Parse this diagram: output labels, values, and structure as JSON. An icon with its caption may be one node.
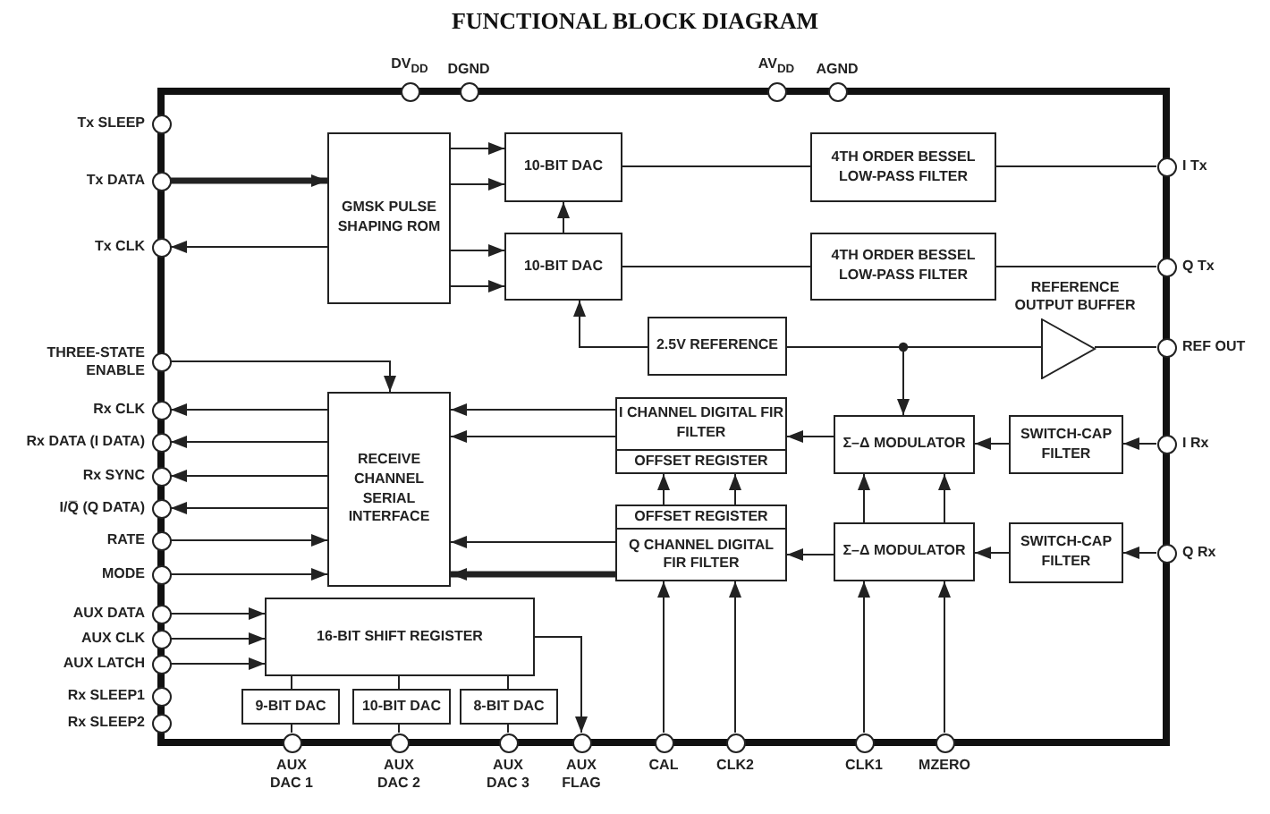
{
  "diagram": {
    "title": "FUNCTIONAL BLOCK DIAGRAM",
    "nodes": [
      {
        "text": [],
        "shape": "box"
      },
      {
        "text": [],
        "shape": "circle",
        "beside": [
          "DV$_{DD}$"
        ]
      },
      {
        "text": [],
        "shape": "circle",
        "beside": [
          "DGND"
        ]
      },
      {
        "text": [],
        "shape": "circle",
        "beside": [
          "AV$_{DD}$"
        ]
      },
      {
        "text": [],
        "shape": "circle",
        "beside": [
          "AGND"
        ]
      },
      {
        "text": [],
        "shape": "circle",
        "beside": [
          "Tx SLEEP"
        ]
      },
      {
        "text": [],
        "shape": "circle",
        "beside": [
          "Tx DATA"
        ]
      },
      {
        "text": [],
        "shape": "circle",
        "beside": [
          "Tx CLK"
        ]
      },
      {
        "text": [],
        "shape": "circle",
        "beside": [
          "THREE-STATE ENABLE"
        ]
      },
      {
        "text": [],
        "shape": "circle",
        "beside": [
          "Rx CLK"
        ]
      },
      {
        "text": [],
        "shape": "circle",
        "beside": [
          "Rx DATA (I DATA)"
        ]
      },
      {
        "text": [],
        "shape": "circle",
        "beside": [
          "Rx SYNC"
        ]
      },
      {
        "text": [],
        "shape": "circle",
        "beside": [
          "I/Q̅ (Q DATA)"
        ]
      },
      {
        "text": [],
        "shape": "circle",
        "beside": [
          "RATE"
        ]
      },
      {
        "text": [],
        "shape": "circle",
        "beside": [
          "MODE"
        ]
      },
      {
        "text": [],
        "shape": "circle",
        "beside": [
          "AUX DATA"
        ]
      },
      {
        "text": [],
        "shape": "circle",
        "beside": [
          "AUX CLK"
        ]
      },
      {
        "text": [],
        "shape": "circle",
        "beside": [
          "AUX LATCH"
        ]
      },
      {
        "text": [],
        "shape": "circle",
        "beside": [
          "Rx SLEEP1"
        ]
      },
      {
        "text": [],
        "shape": "circle",
        "beside": [
          "Rx SLEEP2"
        ]
      },
      {
        "text": [],
        "shape": "circle",
        "beside": [
          "AUX DAC 1"
        ]
      },
      {
        "text": [],
        "shape": "circle",
        "beside": [
          "AUX DAC 2"
        ]
      },
      {
        "text": [],
        "shape": "circle",
        "beside": [
          "AUX DAC 3"
        ]
      },
      {
        "text": [],
        "shape": "circle",
        "beside": [
          "AUX FLAG"
        ]
      },
      {
        "text": [],
        "shape": "circle",
        "beside": [
          "CAL"
        ]
      },
      {
        "text": [],
        "shape": "circle",
        "beside": [
          "CLK2"
        ]
      },
      {
        "text": [],
        "shape": "circle",
        "beside": [
          "CLK1"
        ]
      },
      {
        "text": [],
        "shape": "circle",
        "beside": [
          "MZERO"
        ]
      },
      {
        "text": [],
        "shape": "circle",
        "beside": [
          "I Tx"
        ]
      },
      {
        "text": [],
        "shape": "circle",
        "beside": [
          "Q Tx"
        ]
      },
      {
        "text": [],
        "shape": "circle",
        "beside": [
          "REF OUT"
        ]
      },
      {
        "text": [],
        "shape": "circle",
        "beside": [
          "I Rx"
        ]
      },
      {
        "text": [],
        "shape": "circle",
        "beside": [
          "Q Rx"
        ]
      },
      {
        "text": [
          "GMSK PULSE SHAPING ROM"
        ],
        "in": 0
      },
      {
        "text": [
          "10-BIT DAC"
        ],
        "in": 0
      },
      {
        "text": [
          "10-BIT DAC"
        ],
        "in": 0
      },
      {
        "text": [
          "4TH ORDER BESSEL LOW-PASS FILTER"
        ],
        "in": 0
      },
      {
        "text": [
          "4TH ORDER BESSEL LOW-PASS FILTER"
        ],
        "in": 0
      },
      {
        "text": [
          "2.5V REFERENCE"
        ],
        "in": 0
      },
      {
        "text": [
          "REFERENCE OUTPUT BUFFER"
        ],
        "in": 0
      },
      {
        "text": [
          "RECEIVE CHANNEL SERIAL INTERFACE"
        ],
        "in": 0
      },
      {
        "text": [
          "I CHANNEL DIGITAL FIR FILTER",
          "OFFSET REGISTER"
        ],
        "in": 0
      },
      {
        "text": [
          "OFFSET REGISTER",
          "Q CHANNEL DIGITAL FIR FILTER"
        ],
        "in": 0
      },
      {
        "text": [
          "Σ–Δ MODULATOR"
        ],
        "in": 0
      },
      {
        "text": [
          "Σ–Δ MODULATOR"
        ],
        "in": 0
      },
      {
        "text": [
          "SWITCH-CAP FILTER"
        ],
        "in": 0
      },
      {
        "text": [
          "SWITCH-CAP FILTER"
        ],
        "in": 0
      },
      {
        "text": [
          "16-BIT SHIFT REGISTER"
        ],
        "in": 0
      },
      {
        "text": [
          "9-BIT DAC"
        ],
        "in": 0
      },
      {
        "text": [
          "10-BIT DAC"
        ],
        "in": 0
      },
      {
        "text": [
          "8-BIT DAC"
        ],
        "in": 0
      }
    ],
    "edges": [
      {
        "from": 6,
        "to": 33,
        "arrow": "to",
        "style": "thick"
      },
      {
        "from": 33,
        "to": 7,
        "arrow": "to"
      },
      {
        "from": 8,
        "to": 40,
        "arrow": "to"
      },
      {
        "from": 40,
        "to": 9,
        "arrow": "to"
      },
      {
        "from": 40,
        "to": 10,
        "arrow": "to"
      },
      {
        "from": 40,
        "to": 11,
        "arrow": "to"
      },
      {
        "from": 40,
        "to": 12,
        "arrow": "to"
      },
      {
        "from": 13,
        "to": 40,
        "arrow": "to"
      },
      {
        "from": 14,
        "to": 40,
        "arrow": "to"
      },
      {
        "from": 15,
        "to": 47,
        "arrow": "to"
      },
      {
        "from": 16,
        "to": 47,
        "arrow": "to"
      },
      {
        "from": 17,
        "to": 47,
        "arrow": "to"
      },
      {
        "from": 47,
        "to": 23,
        "arrow": "to"
      },
      {
        "from": 47,
        "to": 48,
        "arrow": "none"
      },
      {
        "from": 47,
        "to": 49,
        "arrow": "none"
      },
      {
        "from": 47,
        "to": 50,
        "arrow": "none"
      },
      {
        "from": 48,
        "to": 20,
        "arrow": "none"
      },
      {
        "from": 49,
        "to": 21,
        "arrow": "none"
      },
      {
        "from": 50,
        "to": 22,
        "arrow": "none"
      },
      {
        "from": 33,
        "to": 34,
        "arrow": "to"
      },
      {
        "from": 33,
        "to": 34,
        "arrow": "to"
      },
      {
        "from": 33,
        "to": 35,
        "arrow": "to"
      },
      {
        "from": 33,
        "to": 35,
        "arrow": "to"
      },
      {
        "from": 35,
        "to": 34,
        "arrow": "to"
      },
      {
        "from": 38,
        "to": 35,
        "arrow": "to"
      },
      {
        "from": 34,
        "to": 36,
        "arrow": "none"
      },
      {
        "from": 35,
        "to": 37,
        "arrow": "none"
      },
      {
        "from": 36,
        "to": 28,
        "arrow": "none"
      },
      {
        "from": 37,
        "to": 29,
        "arrow": "none"
      },
      {
        "from": 38,
        "to": 39,
        "arrow": "none"
      },
      {
        "from": 39,
        "to": 30,
        "arrow": "none"
      },
      {
        "from": 38,
        "to": 43,
        "arrow": "to"
      },
      {
        "from": 41,
        "to": 40,
        "arrow": "to"
      },
      {
        "from": 41,
        "to": 40,
        "arrow": "to"
      },
      {
        "from": 42,
        "to": 40,
        "arrow": "to"
      },
      {
        "from": 42,
        "to": 40,
        "arrow": "to",
        "style": "thick"
      },
      {
        "from": 43,
        "to": 41,
        "arrow": "to"
      },
      {
        "from": 44,
        "to": 42,
        "arrow": "to"
      },
      {
        "from": 45,
        "to": 43,
        "arrow": "to"
      },
      {
        "from": 46,
        "to": 44,
        "arrow": "to"
      },
      {
        "from": 31,
        "to": 45,
        "arrow": "to"
      },
      {
        "from": 32,
        "to": 46,
        "arrow": "to"
      },
      {
        "from": 44,
        "to": 43,
        "arrow": "to"
      },
      {
        "from": 44,
        "to": 43,
        "arrow": "to"
      },
      {
        "from": 42,
        "to": 41,
        "arrow": "to"
      },
      {
        "from": 42,
        "to": 41,
        "arrow": "to"
      },
      {
        "from": 24,
        "to": 42,
        "arrow": "to"
      },
      {
        "from": 25,
        "to": 42,
        "arrow": "to"
      },
      {
        "from": 26,
        "to": 44,
        "arrow": "to"
      },
      {
        "from": 27,
        "to": 44,
        "arrow": "to"
      }
    ]
  }
}
